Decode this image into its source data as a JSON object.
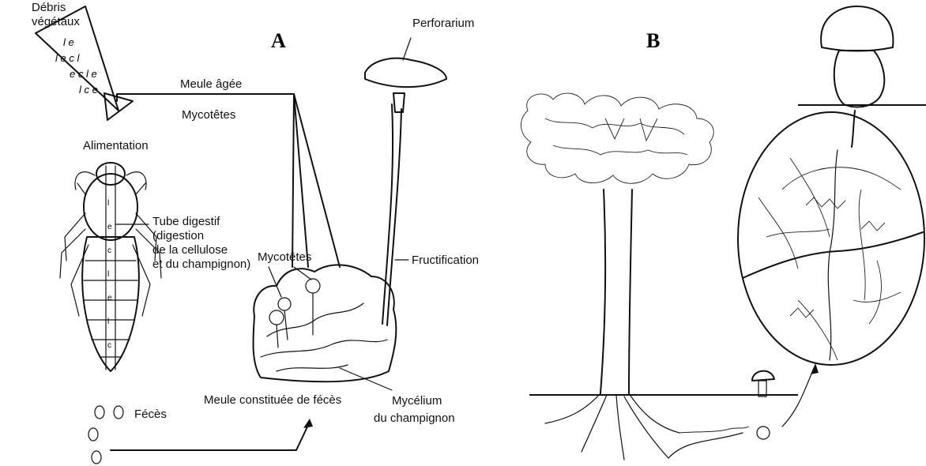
{
  "panels": {
    "a": "A",
    "b": "B"
  },
  "diagram_a": {
    "debris_line1": "Débris",
    "debris_line2": "végétaux",
    "meule_agee": "Meule âgée",
    "mycotetes_top": "Mycotêtes",
    "alimentation": "Alimentation",
    "tube_line1": "Tube digestif",
    "tube_line2": "(digestion",
    "tube_line3": "de la cellulose",
    "tube_line4": "et du champignon)",
    "perforarium": "Perforarium",
    "fructification": "Fructification",
    "mycotetes_mid": "Mycotêtes",
    "feces": "Fécès",
    "meule_constituee": "Meule constituée de fécès",
    "mycelium_line1": "Mycélium",
    "mycelium_line2": "du champignon"
  },
  "icons": {
    "termite": "termite-icon",
    "mushroom": "mushroom-icon",
    "tree": "tree-icon"
  }
}
